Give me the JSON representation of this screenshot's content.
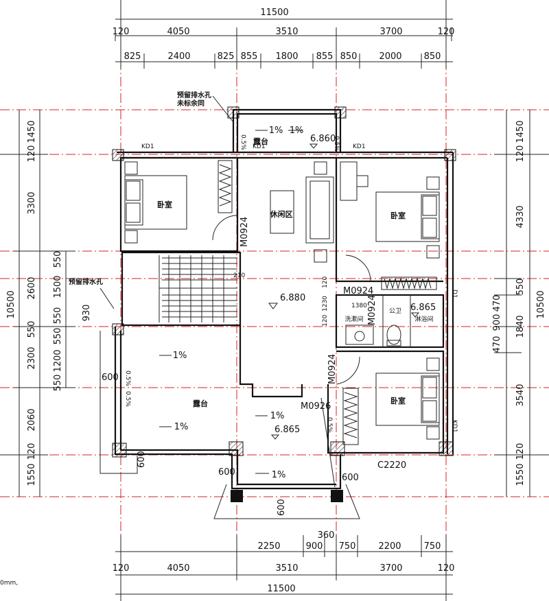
{
  "dims": {
    "top_total": "11500",
    "top_row1": [
      "120",
      "4050",
      "3510",
      "3700",
      "120"
    ],
    "top_row2": [
      "825",
      "2400",
      "825",
      "855",
      "1800",
      "855",
      "850",
      "2000",
      "850"
    ],
    "bottom_total": "11500",
    "bottom_row1": [
      "120",
      "4050",
      "3510",
      "3700",
      "120"
    ],
    "bottom_row2": [
      "2250",
      "900",
      "750",
      "2200",
      "750"
    ],
    "bottom_extra": "360",
    "left_total": "10500",
    "left_col1": [
      "1450",
      "120",
      "3300",
      "2600",
      "550",
      "2300",
      "2060",
      "120",
      "1550"
    ],
    "left_col2": [
      "550",
      "1500",
      "550",
      "930",
      "550",
      "1200",
      "550"
    ],
    "right_total": "10500",
    "right_col1": [
      "1450",
      "120",
      "4330",
      "550",
      "470",
      "900",
      "1840",
      "470",
      "3540",
      "120",
      "1550"
    ],
    "right_col2": [
      "470",
      "900",
      "470"
    ],
    "window_600": "600",
    "unit_fragment": "0mm,"
  },
  "rooms": {
    "bedroom": "卧室",
    "leisure": "休闲区",
    "terrace": "露台",
    "wash": "洗漱间",
    "toilet": "公卫",
    "shower": "淋浴间"
  },
  "annotations": {
    "drain_note_1": "预留排水孔",
    "drain_note_2": "未标余同",
    "drain_note_3": "预留排水孔",
    "slope": "1%",
    "slope_small": "0.5%",
    "elev_1": "6.860",
    "elev_2": "6.880",
    "elev_3": "6.865",
    "elev_4": "6.865",
    "door_m0924": "M0924",
    "door_m0926": "M0926",
    "window_c2220": "C2220",
    "kd1": "KD1",
    "d1": "D1",
    "stair_1230": "1230",
    "stair_120": "120",
    "stair_1380": "1380",
    "stair_210": "210"
  }
}
